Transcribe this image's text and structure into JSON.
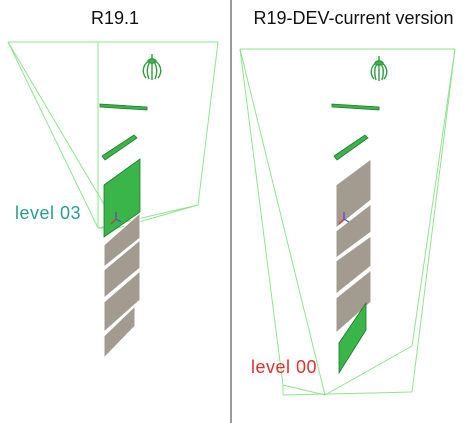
{
  "left": {
    "title": "R19.1",
    "level_label": "level  03",
    "level_color": "#2a9d8f"
  },
  "right": {
    "title": "R19-DEV-current version",
    "level_label": "level  00",
    "level_color": "#e03030"
  },
  "colors": {
    "wireframe": "#8ee48e",
    "selected_fill": "#39b54a",
    "selected_stroke": "#1f7a2a",
    "panel_fill": "#a39b90",
    "panel_stroke": "#ffffff",
    "divider": "#9a9a9a"
  },
  "icons": {
    "light_fixture": "chandelier-icon",
    "axis_gizmo": "axis-gizmo-icon"
  }
}
